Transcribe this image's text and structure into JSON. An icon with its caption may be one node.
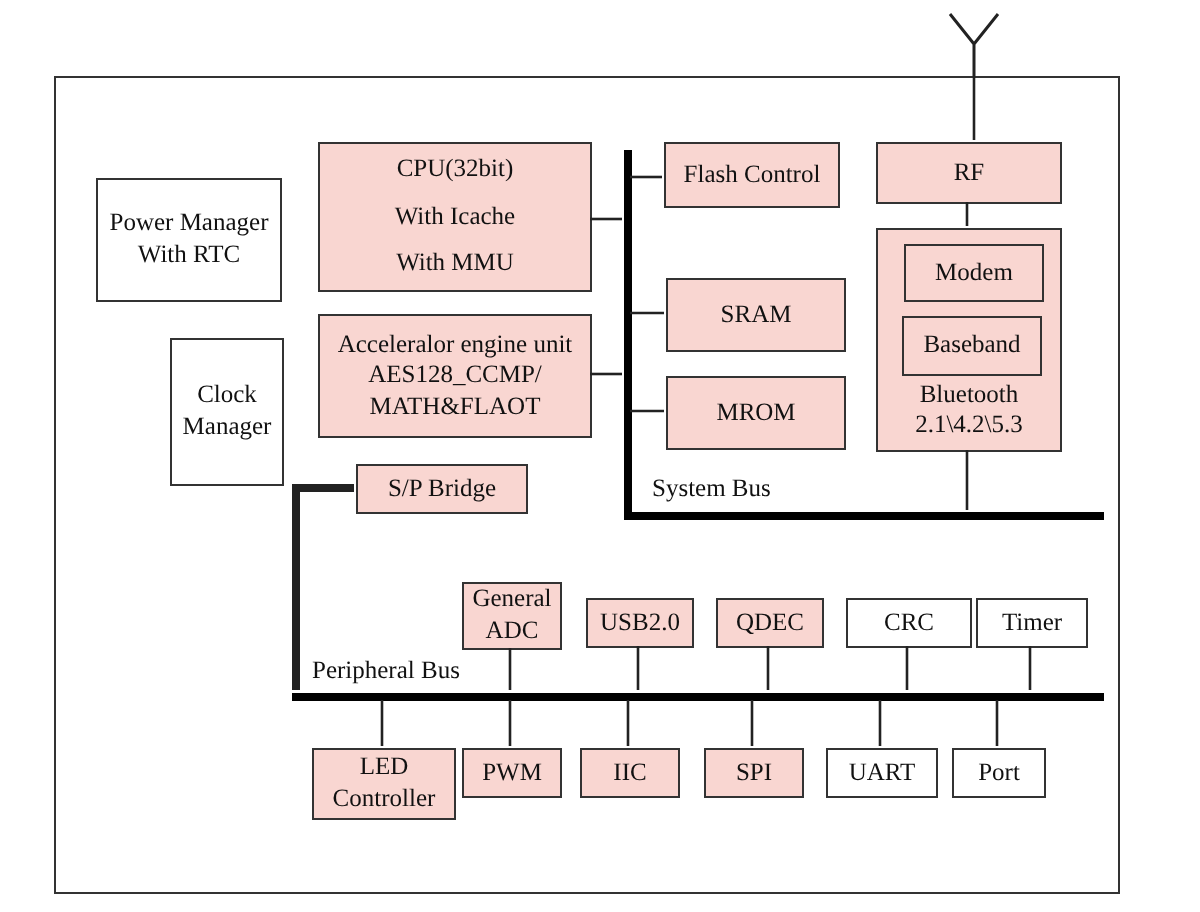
{
  "diagram": {
    "nodes": [
      {
        "text": [],
        "shape": "box"
      },
      {
        "text": [],
        "shape": "antenna"
      },
      {
        "text": [
          "Power Manager With RTC"
        ],
        "in": 0
      },
      {
        "text": [
          "CPU(32bit) With Icache With MMU"
        ],
        "in": 0
      },
      {
        "text": [
          "Flash Control"
        ],
        "in": 0
      },
      {
        "text": [
          "RF"
        ],
        "in": 0
      },
      {
        "text": [
          "Bluetooth 2.1\\4.2\\5.3"
        ],
        "in": 0
      },
      {
        "text": [
          "Modem"
        ],
        "in": 6
      },
      {
        "text": [
          "Baseband"
        ],
        "in": 6
      },
      {
        "text": [
          "Clock Manager"
        ],
        "in": 0
      },
      {
        "text": [
          "Acceleralor engine unit AES128_CCMP/ MATH&FLAOT"
        ],
        "in": 0
      },
      {
        "text": [
          "SRAM"
        ],
        "in": 0
      },
      {
        "text": [
          "MROM"
        ],
        "in": 0
      },
      {
        "text": [
          "S/P Bridge"
        ],
        "in": 0
      },
      {
        "text": [
          "System Bus"
        ],
        "in": 0
      },
      {
        "text": [
          "General ADC"
        ],
        "in": 0
      },
      {
        "text": [
          "USB2.0"
        ],
        "in": 0
      },
      {
        "text": [
          "QDEC"
        ],
        "in": 0
      },
      {
        "text": [
          "CRC"
        ],
        "in": 0
      },
      {
        "text": [
          "Timer"
        ],
        "in": 0
      },
      {
        "text": [
          "Peripheral Bus"
        ],
        "in": 0
      },
      {
        "text": [
          "LED Controller"
        ],
        "in": 0
      },
      {
        "text": [
          "PWM"
        ],
        "in": 0
      },
      {
        "text": [
          "IIC"
        ],
        "in": 0
      },
      {
        "text": [
          "SPI"
        ],
        "in": 0
      },
      {
        "text": [
          "UART"
        ],
        "in": 0
      },
      {
        "text": [
          "Port"
        ],
        "in": 0
      }
    ],
    "edges": [
      {
        "from": 1,
        "to": 5,
        "arrow": "none"
      },
      {
        "from": 5,
        "to": 6,
        "arrow": "none"
      },
      {
        "from": 3,
        "to": 14,
        "arrow": "none"
      },
      {
        "from": 4,
        "to": 14,
        "arrow": "none"
      },
      {
        "from": 10,
        "to": 14,
        "arrow": "none"
      },
      {
        "from": 11,
        "to": 14,
        "arrow": "none"
      },
      {
        "from": 12,
        "to": 14,
        "arrow": "none"
      },
      {
        "from": 6,
        "to": 14,
        "arrow": "none"
      },
      {
        "from": 13,
        "to": 20,
        "arrow": "none",
        "style": "thick"
      },
      {
        "from": 15,
        "to": 20,
        "arrow": "none"
      },
      {
        "from": 16,
        "to": 20,
        "arrow": "none"
      },
      {
        "from": 17,
        "to": 20,
        "arrow": "none"
      },
      {
        "from": 18,
        "to": 20,
        "arrow": "none"
      },
      {
        "from": 19,
        "to": 20,
        "arrow": "none"
      },
      {
        "from": 20,
        "to": 21,
        "arrow": "none"
      },
      {
        "from": 20,
        "to": 22,
        "arrow": "none"
      },
      {
        "from": 20,
        "to": 23,
        "arrow": "none"
      },
      {
        "from": 20,
        "to": 24,
        "arrow": "none"
      },
      {
        "from": 20,
        "to": 25,
        "arrow": "none"
      },
      {
        "from": 20,
        "to": 26,
        "arrow": "none"
      }
    ]
  }
}
